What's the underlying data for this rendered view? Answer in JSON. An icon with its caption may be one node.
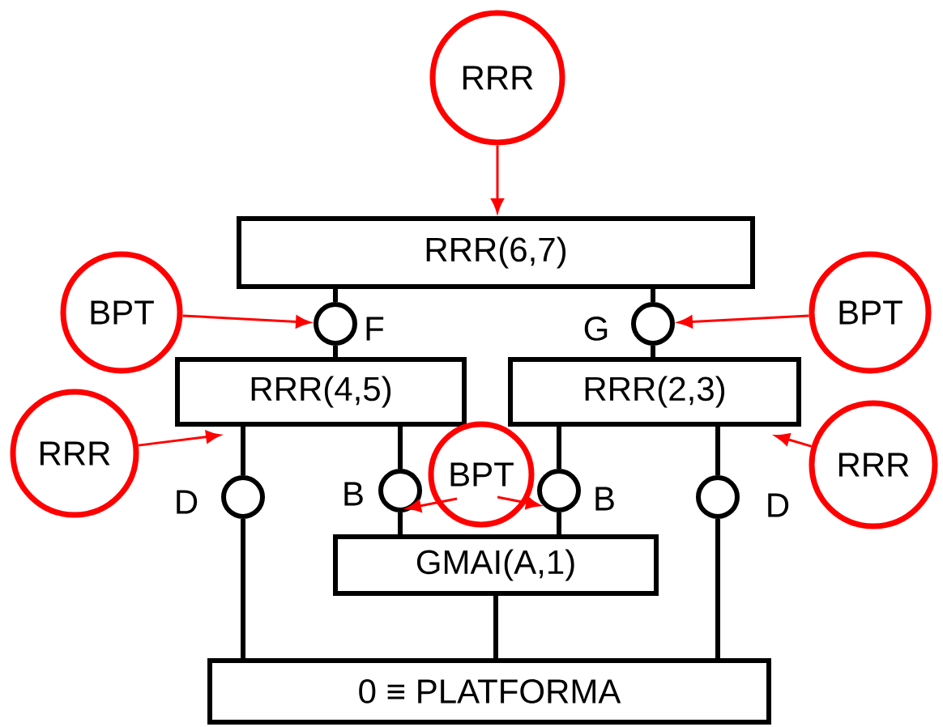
{
  "diagram": {
    "nodes": [
      {
        "text": [
          "RRR"
        ]
      },
      {
        "text": [
          "RRR(6,7)"
        ]
      },
      {
        "text": [
          "BPT"
        ]
      },
      {
        "text": [],
        "shape": "circle",
        "beside": [
          "F"
        ]
      },
      {
        "text": [],
        "shape": "circle",
        "beside": [
          "G"
        ]
      },
      {
        "text": [
          "BPT"
        ]
      },
      {
        "text": [
          "RRR(4,5)"
        ]
      },
      {
        "text": [
          "RRR(2,3)"
        ]
      },
      {
        "text": [
          "RRR"
        ]
      },
      {
        "text": [
          "RRR"
        ]
      },
      {
        "text": [],
        "shape": "circle",
        "beside": [
          "D"
        ]
      },
      {
        "text": [],
        "shape": "circle",
        "beside": [
          "B"
        ]
      },
      {
        "text": [
          "BPT"
        ]
      },
      {
        "text": [],
        "shape": "circle",
        "beside": [
          "B"
        ]
      },
      {
        "text": [],
        "shape": "circle",
        "beside": [
          "D"
        ]
      },
      {
        "text": [
          "GMAI(A,1)"
        ]
      },
      {
        "text": [
          "0 ≡ PLATFORMA"
        ]
      }
    ],
    "edges": [
      {
        "from": 0,
        "to": 1,
        "arrow": "to",
        "color": "#ff0000"
      },
      {
        "from": 1,
        "to": 3,
        "arrow": "none"
      },
      {
        "from": 1,
        "to": 4,
        "arrow": "none"
      },
      {
        "from": 2,
        "to": 3,
        "arrow": "to",
        "color": "#ff0000"
      },
      {
        "from": 5,
        "to": 4,
        "arrow": "to",
        "color": "#ff0000"
      },
      {
        "from": 3,
        "to": 6,
        "arrow": "none"
      },
      {
        "from": 4,
        "to": 7,
        "arrow": "none"
      },
      {
        "from": 8,
        "to": 6,
        "arrow": "to",
        "color": "#ff0000"
      },
      {
        "from": 9,
        "to": 7,
        "arrow": "to",
        "color": "#ff0000"
      },
      {
        "from": 6,
        "to": 10,
        "arrow": "none"
      },
      {
        "from": 6,
        "to": 11,
        "arrow": "none"
      },
      {
        "from": 7,
        "to": 13,
        "arrow": "none"
      },
      {
        "from": 7,
        "to": 14,
        "arrow": "none"
      },
      {
        "from": 12,
        "to": 11,
        "arrow": "to",
        "color": "#ff0000"
      },
      {
        "from": 12,
        "to": 13,
        "arrow": "to",
        "color": "#ff0000"
      },
      {
        "from": 11,
        "to": 15,
        "arrow": "none"
      },
      {
        "from": 13,
        "to": 15,
        "arrow": "none"
      },
      {
        "from": 10,
        "to": 16,
        "arrow": "none"
      },
      {
        "from": 14,
        "to": 16,
        "arrow": "none"
      },
      {
        "from": 15,
        "to": 16,
        "arrow": "none"
      }
    ]
  }
}
